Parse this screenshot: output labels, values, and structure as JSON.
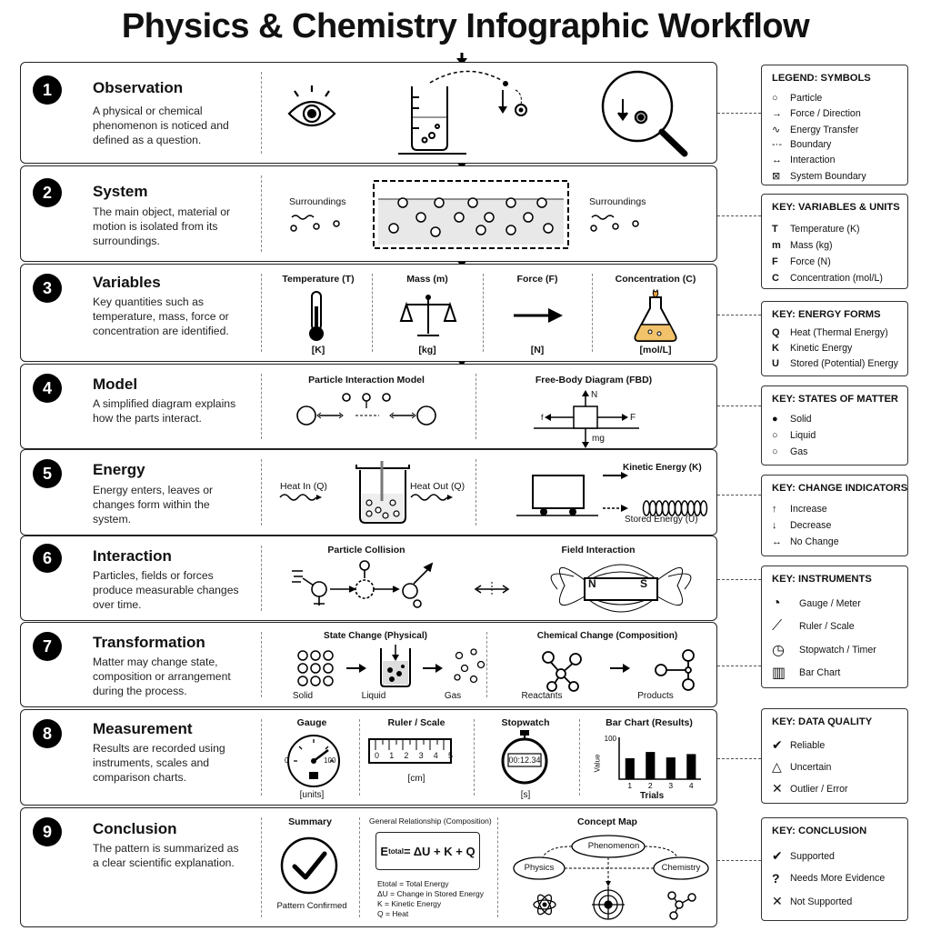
{
  "title": "Physics & Chemistry Infographic Workflow",
  "steps": [
    {
      "num": "1",
      "title": "Observation",
      "desc": "A physical or chemical phenomenon is noticed and defined as a question."
    },
    {
      "num": "2",
      "title": "System",
      "desc": "The main object, material or motion is isolated from its surroundings.",
      "labels": {
        "left": "Surroundings",
        "right": "Surroundings"
      }
    },
    {
      "num": "3",
      "title": "Variables",
      "desc": "Key quantities such as temperature, mass, force or concentration are identified.",
      "vars": [
        {
          "name": "Temperature (T)",
          "unit": "[K]",
          "icon": "thermometer-icon"
        },
        {
          "name": "Mass (m)",
          "unit": "[kg]",
          "icon": "scale-icon"
        },
        {
          "name": "Force (F)",
          "unit": "[N]",
          "icon": "arrow-icon"
        },
        {
          "name": "Concentration (C)",
          "unit": "[mol/L]",
          "icon": "flask-icon"
        }
      ]
    },
    {
      "num": "4",
      "title": "Model",
      "desc": "A simplified diagram explains how the parts interact.",
      "labels": {
        "left": "Particle Interaction Model",
        "right": "Free-Body Diagram (FBD)",
        "n": "N",
        "f": "F",
        "mg": "mg",
        "fl": "f"
      }
    },
    {
      "num": "5",
      "title": "Energy",
      "desc": "Energy enters, leaves or changes form within the system.",
      "labels": {
        "heat_in": "Heat In (Q)",
        "heat_out": "Heat Out (Q)",
        "kinetic": "Kinetic Energy (K)",
        "stored": "Stored Energy (U)"
      }
    },
    {
      "num": "6",
      "title": "Interaction",
      "desc": "Particles, fields or forces produce measurable changes over time.",
      "labels": {
        "left": "Particle Collision",
        "right": "Field Interaction",
        "n": "N",
        "s": "S"
      }
    },
    {
      "num": "7",
      "title": "Transformation",
      "desc": "Matter may change state, composition or arrangement during the process.",
      "labels": {
        "left": "State Change (Physical)",
        "right": "Chemical Change (Composition)",
        "solid": "Solid",
        "liquid": "Liquid",
        "gas": "Gas",
        "reactants": "Reactants",
        "products": "Products"
      }
    },
    {
      "num": "8",
      "title": "Measurement",
      "desc": "Results are recorded using instruments, scales and comparison charts.",
      "labels": {
        "gauge": "Gauge",
        "gauge_unit": "[units]",
        "ruler": "Ruler / Scale",
        "ruler_unit": "[cm]",
        "ruler_ticks": [
          "0",
          "1",
          "2",
          "3",
          "4",
          "5"
        ],
        "stopwatch": "Stopwatch",
        "stopwatch_unit": "[s]",
        "stopwatch_time": "00:12.34",
        "gauge_lo": "0",
        "gauge_hi": "100",
        "barchart": "Bar Chart (Results)",
        "ylabel": "Value",
        "xlabel": "Trials"
      }
    },
    {
      "num": "9",
      "title": "Conclusion",
      "desc": "The pattern is summarized as a clear scientific explanation.",
      "labels": {
        "summary": "Summary",
        "pattern": "Pattern Confirmed",
        "general": "General Relationship (Composition)",
        "equation_lhs": "E",
        "equation_sub": "total",
        "equation_rhs": " = ΔU + K + Q",
        "defs": [
          "Etotal = Total Energy",
          "ΔU = Change in Stored Energy",
          "K = Kinetic Energy",
          "Q = Heat"
        ],
        "concept_map": "Concept Map",
        "phenomenon": "Phenomenon",
        "physics": "Physics",
        "chemistry": "Chemistry"
      }
    }
  ],
  "chart_data": {
    "type": "bar",
    "title": "Bar Chart (Results)",
    "xlabel": "Trials",
    "ylabel": "Value",
    "categories": [
      "1",
      "2",
      "3",
      "4"
    ],
    "values": [
      50,
      65,
      52,
      60
    ],
    "ylim": [
      0,
      100
    ],
    "yticks": [
      "100",
      "0"
    ]
  },
  "legends": [
    {
      "title": "LEGEND: SYMBOLS",
      "rows": [
        {
          "sym": "○",
          "text": "Particle"
        },
        {
          "sym": "→",
          "text": "Force / Direction"
        },
        {
          "sym": "∿",
          "text": "Energy Transfer"
        },
        {
          "sym": "-·-",
          "text": "Boundary"
        },
        {
          "sym": "↔",
          "text": "Interaction"
        },
        {
          "sym": "⊠",
          "text": "System Boundary"
        }
      ]
    },
    {
      "title": "KEY: VARIABLES & UNITS",
      "rows": [
        {
          "sym": "T",
          "text": "Temperature (K)"
        },
        {
          "sym": "m",
          "text": "Mass (kg)"
        },
        {
          "sym": "F",
          "text": "Force (N)"
        },
        {
          "sym": "C",
          "text": "Concentration (mol/L)"
        }
      ]
    },
    {
      "title": "KEY: ENERGY FORMS",
      "rows": [
        {
          "sym": "Q",
          "text": "Heat (Thermal Energy)"
        },
        {
          "sym": "K",
          "text": "Kinetic Energy"
        },
        {
          "sym": "U",
          "text": "Stored (Potential) Energy"
        }
      ]
    },
    {
      "title": "KEY: STATES OF MATTER",
      "rows": [
        {
          "sym": "●",
          "text": "Solid"
        },
        {
          "sym": "○",
          "text": "Liquid"
        },
        {
          "sym": "○",
          "text": "Gas"
        }
      ]
    },
    {
      "title": "KEY: CHANGE INDICATORS",
      "rows": [
        {
          "sym": "↑",
          "text": "Increase"
        },
        {
          "sym": "↓",
          "text": "Decrease"
        },
        {
          "sym": "↔",
          "text": "No Change"
        }
      ]
    },
    {
      "title": "KEY: INSTRUMENTS",
      "rows": [
        {
          "sym": "◔",
          "text": "Gauge / Meter"
        },
        {
          "sym": "⟋",
          "text": "Ruler / Scale"
        },
        {
          "sym": "◷",
          "text": "Stopwatch / Timer"
        },
        {
          "sym": "▥",
          "text": "Bar Chart"
        }
      ]
    },
    {
      "title": "KEY: DATA QUALITY",
      "rows": [
        {
          "sym": "✔",
          "text": "Reliable"
        },
        {
          "sym": "△",
          "text": "Uncertain"
        },
        {
          "sym": "✕",
          "text": "Outlier / Error"
        }
      ]
    },
    {
      "title": "KEY: CONCLUSION",
      "rows": [
        {
          "sym": "✔",
          "text": "Supported"
        },
        {
          "sym": "?",
          "text": "Needs More Evidence"
        },
        {
          "sym": "✕",
          "text": "Not Supported"
        }
      ]
    }
  ]
}
